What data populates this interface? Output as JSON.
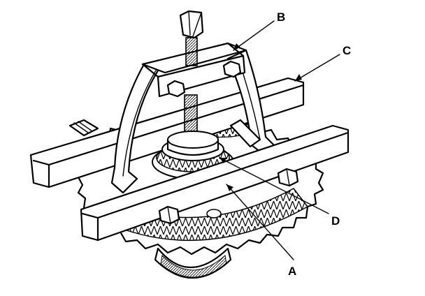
{
  "callouts": {
    "a": "A",
    "b": "B",
    "c": "C",
    "d": "D"
  },
  "colors": {
    "ink": "#000000",
    "paper": "#ffffff",
    "shade": "#e6e6e6"
  }
}
